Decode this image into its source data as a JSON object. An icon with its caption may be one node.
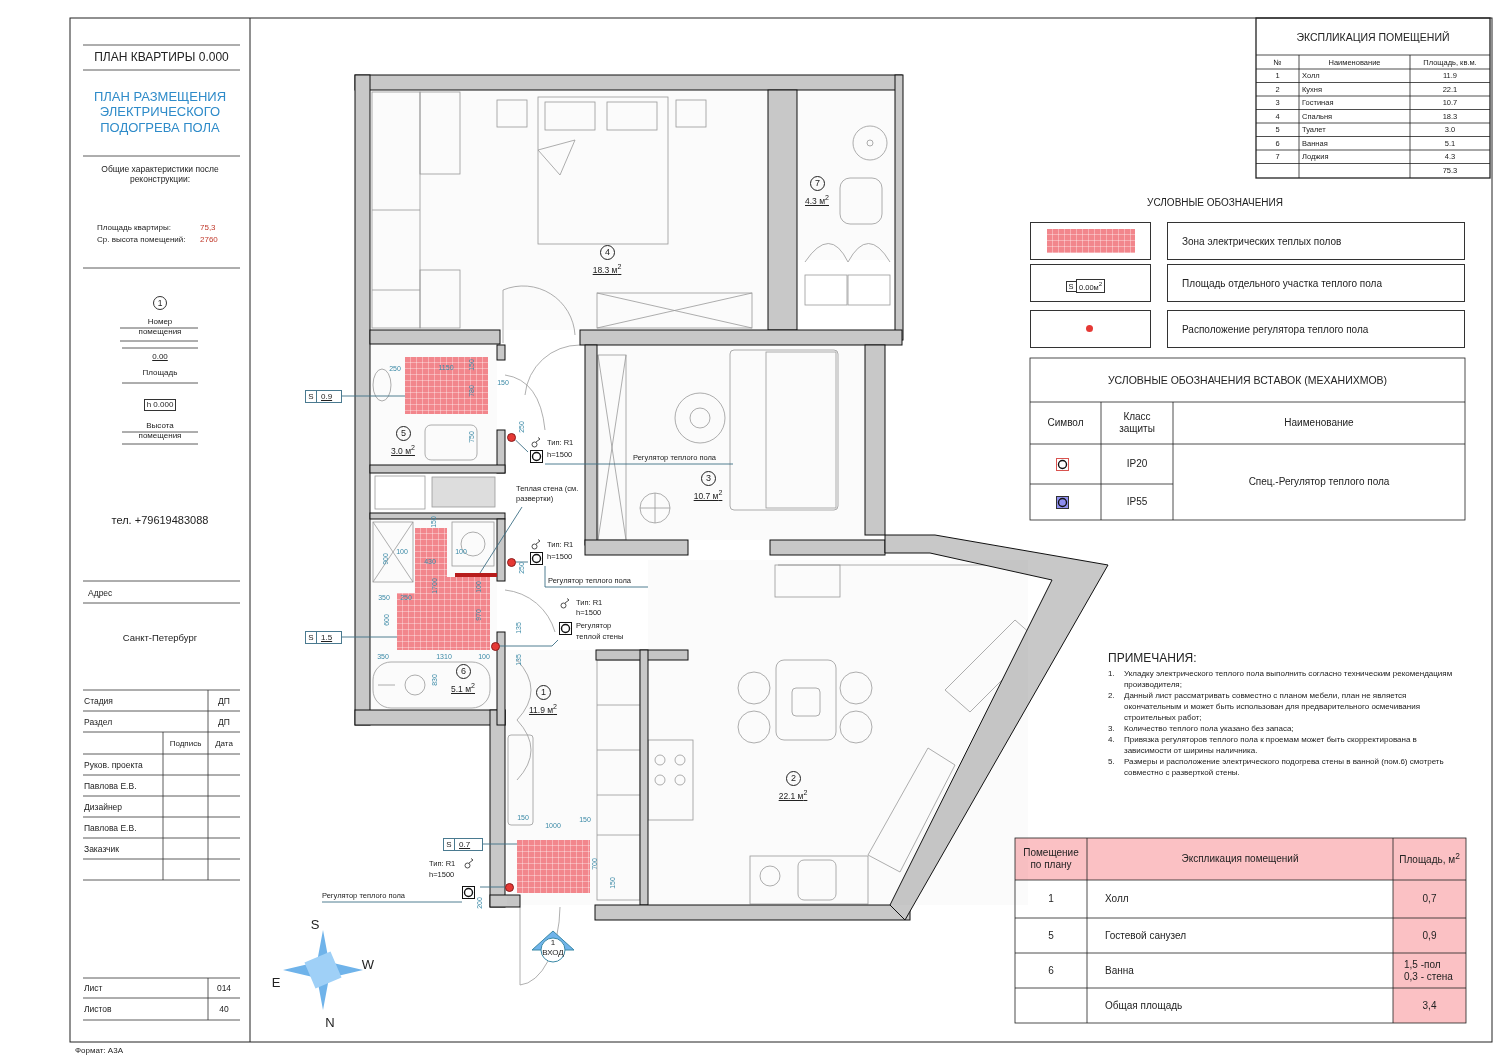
{
  "diagram": {
    "nodes": [
      {
        "text": [
          "4",
          "18.3 м$^{2}$"
        ]
      },
      {
        "text": [
          "7",
          "4.3 м$^{2}$"
        ]
      },
      {
        "text": [
          "5",
          "3.0 м$^{2}$"
        ]
      },
      {
        "text": [
          "3",
          "10.7 м$^{2}$"
        ]
      },
      {
        "text": [
          "6",
          "5.1 м$^{2}$"
        ]
      },
      {
        "text": [
          "1",
          "11.9 м$^{2}$"
        ]
      },
      {
        "text": [
          "2",
          "22.1 м$^{2}$"
        ]
      },
      {
        "text": [],
        "shape": "box",
        "in": 2
      },
      {
        "text": [],
        "shape": "box",
        "in": 4
      },
      {
        "text": [],
        "shape": "box",
        "in": 5
      },
      {
        "text": [
          "S",
          "0.9"
        ]
      },
      {
        "text": [
          "S",
          "1.5"
        ]
      },
      {
        "text": [
          "S",
          "0.7"
        ]
      },
      {
        "text": [],
        "shape": "circle"
      },
      {
        "text": [],
        "shape": "circle"
      },
      {
        "text": [],
        "shape": "circle"
      },
      {
        "text": [],
        "shape": "circle"
      },
      {
        "text": [
          "Тип: R1",
          "h=1500"
        ]
      },
      {
        "text": [
          "Регулятор теплого пола"
        ],
        "in": 3
      },
      {
        "text": [
          "Тип: R1",
          "h=1500"
        ]
      },
      {
        "text": [
          "Регулятор теплого пола"
        ]
      },
      {
        "text": [
          "Тип: R1",
          "h=1500",
          "Регулятор",
          "теплой стены"
        ]
      },
      {
        "text": [
          "Тип: R1",
          "h=1500"
        ]
      },
      {
        "text": [
          "Регулятор теплого пола"
        ]
      },
      {
        "text": [
          "Теплая стена (см. развертки)"
        ]
      },
      {
        "text": [],
        "shape": "bar",
        "in": 4
      },
      {
        "text": [
          "1",
          "ВХОД"
        ]
      }
    ],
    "edges": [
      {
        "from": 10,
        "to": 7,
        "arrow": "none"
      },
      {
        "from": 11,
        "to": 8,
        "arrow": "none"
      },
      {
        "from": 12,
        "to": 9,
        "arrow": "none"
      },
      {
        "from": 13,
        "to": 17,
        "arrow": "none"
      },
      {
        "from": 17,
        "to": 18,
        "arrow": "none"
      },
      {
        "from": 14,
        "to": 19,
        "arrow": "none"
      },
      {
        "from": 19,
        "to": 20,
        "arrow": "none"
      },
      {
        "from": 15,
        "to": 21,
        "arrow": "none"
      },
      {
        "from": 16,
        "to": 22,
        "arrow": "none"
      },
      {
        "from": 22,
        "to": 23,
        "arrow": "none"
      },
      {
        "from": 24,
        "to": 25,
        "arrow": "none"
      }
    ],
    "labels": [
      "ПЛАН КВАРТИРЫ 0.000",
      "ПЛАН РАЗМЕЩЕНИЯ ЭЛЕКТРИЧЕСКОГО ПОДОГРЕВА ПОЛА",
      "Общие характеристики после реконструкции:",
      "Площадь квартиры:",
      "75,3",
      "Ср. высота помещений:",
      "2760",
      "1",
      "Номер помещения",
      "0.00",
      "Площадь",
      "h 0.000",
      "Высота помещения",
      "тел. +79619483088",
      "Адрес",
      "Санкт-Петербург",
      "Стадия",
      "ДП",
      "Раздел",
      "ДП",
      "Подпись",
      "Дата",
      "Руков. проекта",
      "Павлова Е.В.",
      "Дизайнер",
      "Павлова Е.В.",
      "Заказчик",
      "Лист",
      "014",
      "Листов",
      "40",
      "Формат: А3А",
      "ЭКСПЛИКАЦИЯ ПОМЕЩЕНИЙ",
      "№",
      "Наименование",
      "Площадь, кв.м.",
      "1",
      "Холл",
      "11.9",
      "2",
      "Кухня",
      "22.1",
      "3",
      "Гостиная",
      "10.7",
      "4",
      "Спальня",
      "18.3",
      "5",
      "Туалет",
      "3.0",
      "6",
      "Ванная",
      "5.1",
      "7",
      "Лоджия",
      "4.3",
      "75.3",
      "УСЛОВНЫЕ ОБОЗНАЧЕНИЯ",
      "S",
      "0.00м$^{2}$",
      "УСЛОВНЫЕ ОБОЗНАЧЕНИЯ ВСТАВОК (МЕХАНИХМОВ)",
      "Символ",
      "Класс защиты",
      "Наименование",
      "IP20",
      "Спец.-Регулятор теплого пола",
      "IP55",
      "ПРИМЕЧАНИЯ:",
      "1.",
      "Укладку электрического теплого пола выполнить согласно техническим рекомендациям производителя;",
      "2.",
      "Данный лист рассматривать совместно с планом мебели, план не является окончательным и может быть использован для предварительного осмечивания строительных работ;",
      "3.",
      "Количество теплого пола указано без запаса;",
      "4.",
      "Привязка регуляторов теплого пола к проемам может быть скорректирована в зависимости от ширины наличника.",
      "5.",
      "Размеры и расположение электрического подогрева стены в ванной (пом.6) смотреть совместно с разверткой стены.",
      "Помещение по плану",
      "Экспликация помещений",
      "Площадь, м$^{2}$",
      "1",
      "Холл",
      "0,7",
      "5",
      "Гостевой санузел",
      "0,9",
      "6",
      "Ванна",
      "1,5 -пол 0,3 - стена",
      "Общая площадь",
      "3,4",
      "250",
      "1150",
      "150",
      "150",
      "780",
      "250",
      "750",
      "150",
      "900",
      "100",
      "430",
      "100",
      "350",
      "250",
      "1700",
      "600",
      "100",
      "970",
      "250",
      "350",
      "1310",
      "100",
      "830",
      "135",
      "135",
      "150",
      "1000",
      "150",
      "700",
      "150",
      "200",
      "S",
      "W",
      "E",
      "N"
    ],
    "legend": [
      {
        "text": "Зона электрических теплых полов",
        "color": "#f2868c"
      },
      {
        "text": "Площадь отдельного участка теплого пола"
      },
      {
        "text": "Расположение регулятора теплого пола"
      }
    ]
  }
}
